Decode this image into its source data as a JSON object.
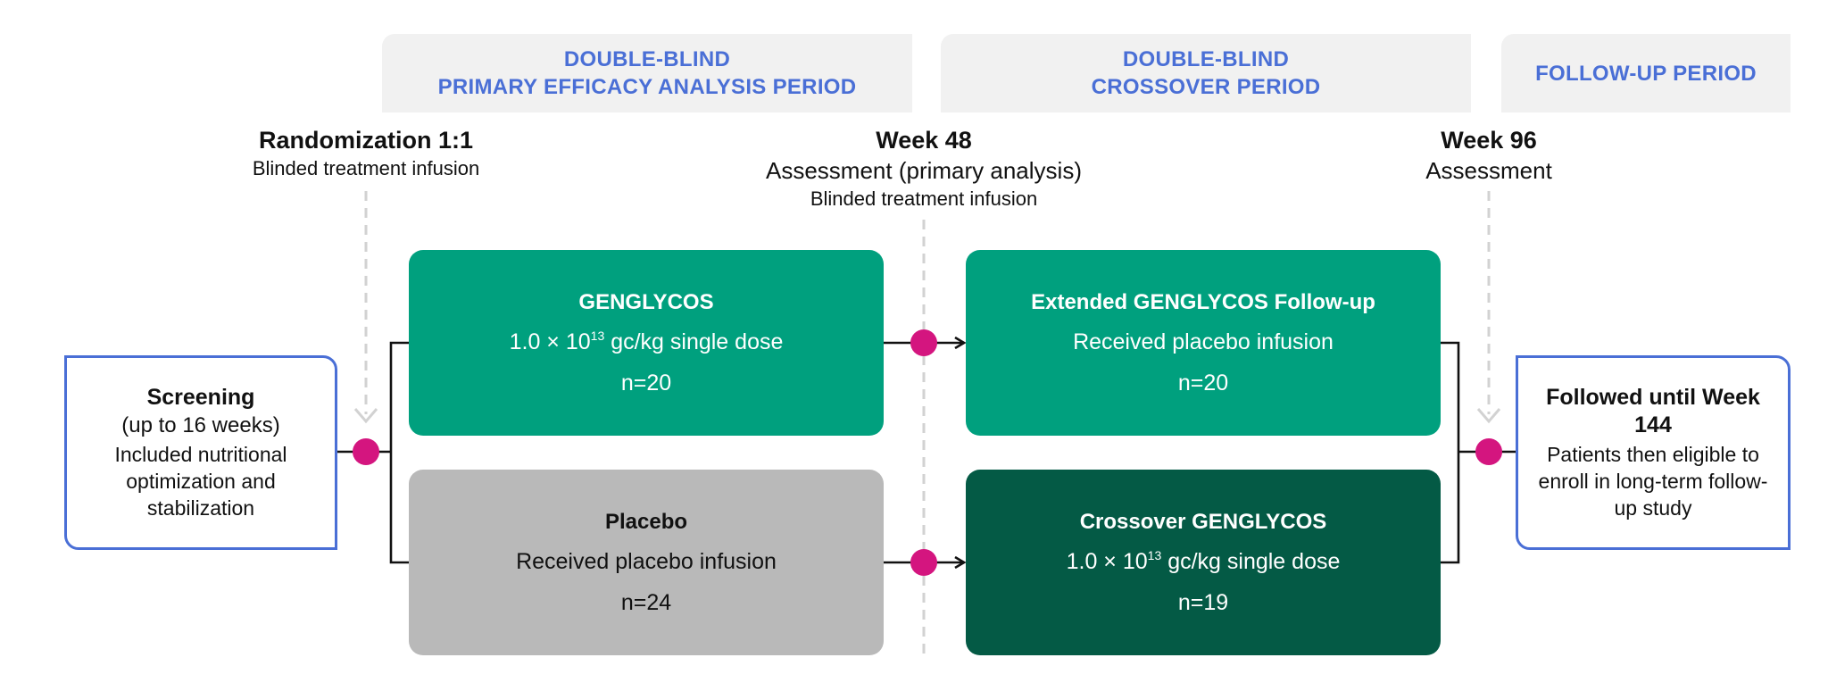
{
  "periods": [
    {
      "line1": "DOUBLE-BLIND",
      "line2": "PRIMARY EFFICACY ANALYSIS PERIOD"
    },
    {
      "line1": "DOUBLE-BLIND",
      "line2": "CROSSOVER PERIOD"
    },
    {
      "line1": "FOLLOW-UP PERIOD",
      "line2": ""
    }
  ],
  "milestones": {
    "randomization": {
      "title": "Randomization 1:1",
      "sub": "Blinded treatment infusion"
    },
    "week48": {
      "title": "Week 48",
      "sub1": "Assessment (primary analysis)",
      "sub2": "Blinded treatment infusion"
    },
    "week96": {
      "title": "Week 96",
      "sub1": "Assessment"
    }
  },
  "screening": {
    "title": "Screening",
    "sub": "(up to 16 weeks)",
    "text": "Included nutritional optimization and stabilization"
  },
  "followup": {
    "title": "Followed until Week 144",
    "text": "Patients then eligible to enroll in long-term follow-up study"
  },
  "arms": {
    "genglycos": {
      "title": "GENGLYCOS",
      "dose_prefix": "1.0 × 10",
      "dose_exp": "13",
      "dose_suffix": " gc/kg single dose",
      "n": "n=20"
    },
    "placebo": {
      "title": "Placebo",
      "line": "Received placebo infusion",
      "n": "n=24"
    },
    "extended": {
      "title": "Extended GENGLYCOS Follow-up",
      "line": "Received placebo infusion",
      "n": "n=20"
    },
    "crossover": {
      "title": "Crossover GENGLYCOS",
      "dose_prefix": "1.0 × 10",
      "dose_exp": "13",
      "dose_suffix": " gc/kg single dose",
      "n": "n=19"
    }
  },
  "colors": {
    "accent_blue": "#4a6fd6",
    "teal": "#00a07e",
    "dark_green": "#045a45",
    "placebo_grey": "#b9b9b9",
    "node_magenta": "#d4157f",
    "tab_grey": "#f1f1f1"
  }
}
